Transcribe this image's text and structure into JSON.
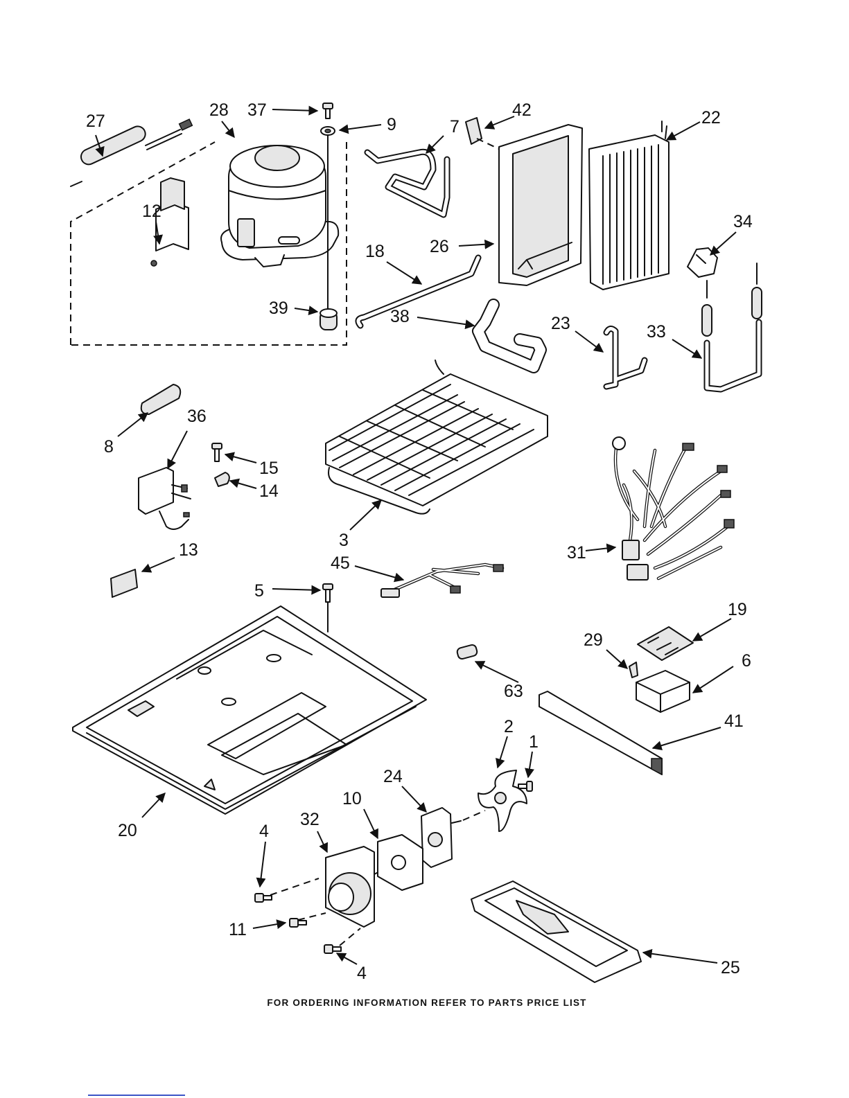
{
  "callouts": [
    "1",
    "2",
    "3",
    "4",
    "4",
    "5",
    "6",
    "7",
    "8",
    "9",
    "10",
    "11",
    "12",
    "13",
    "14",
    "15",
    "18",
    "19",
    "20",
    "22",
    "23",
    "24",
    "25",
    "26",
    "27",
    "28",
    "29",
    "31",
    "32",
    "33",
    "34",
    "36",
    "37",
    "38",
    "39",
    "41",
    "42",
    "45",
    "63"
  ],
  "footer_note": "FOR ORDERING INFORMATION REFER TO PARTS PRICE LIST",
  "colors": {
    "ink": "#111111",
    "paper": "#ffffff"
  }
}
